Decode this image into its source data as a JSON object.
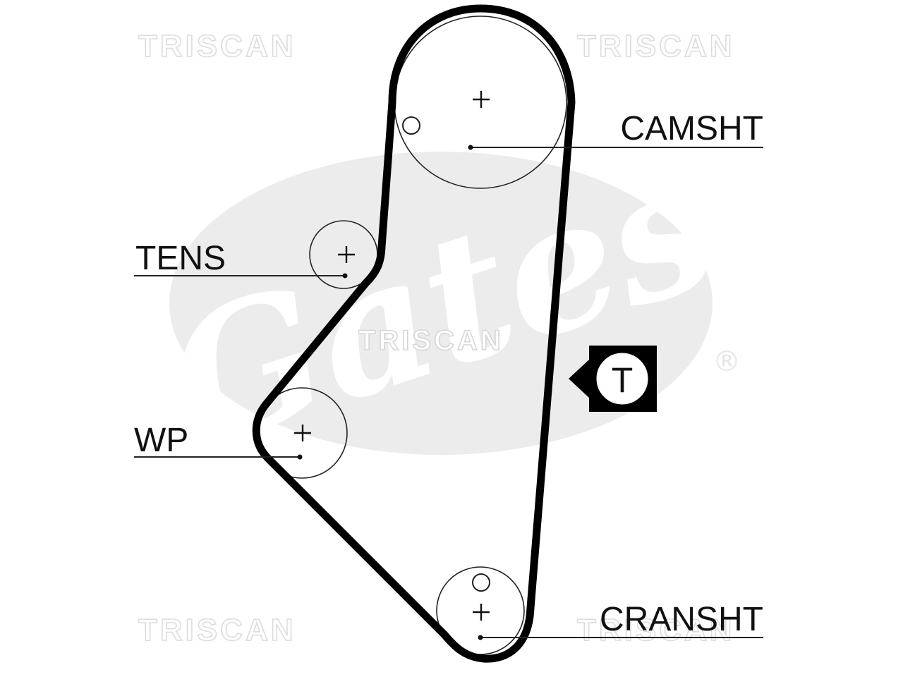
{
  "watermarks": {
    "top_left": "TRISCAN",
    "top_right": "TRISCAN",
    "center": "TRISCAN",
    "bottom_left": "TRISCAN",
    "bottom_right": "TRISCAN"
  },
  "logo": {
    "brand": "Gates",
    "registered": "®",
    "color": "#ececec"
  },
  "labels": {
    "camshaft": "CAMSHT",
    "tensioner": "TENS",
    "water_pump": "WP",
    "crankshaft": "CRANSHT"
  },
  "tension_badge": {
    "letter": "T"
  },
  "colors": {
    "belt": "#000000",
    "pulley_outline": "#222222",
    "watermark_outline": "#dcdcdc"
  }
}
